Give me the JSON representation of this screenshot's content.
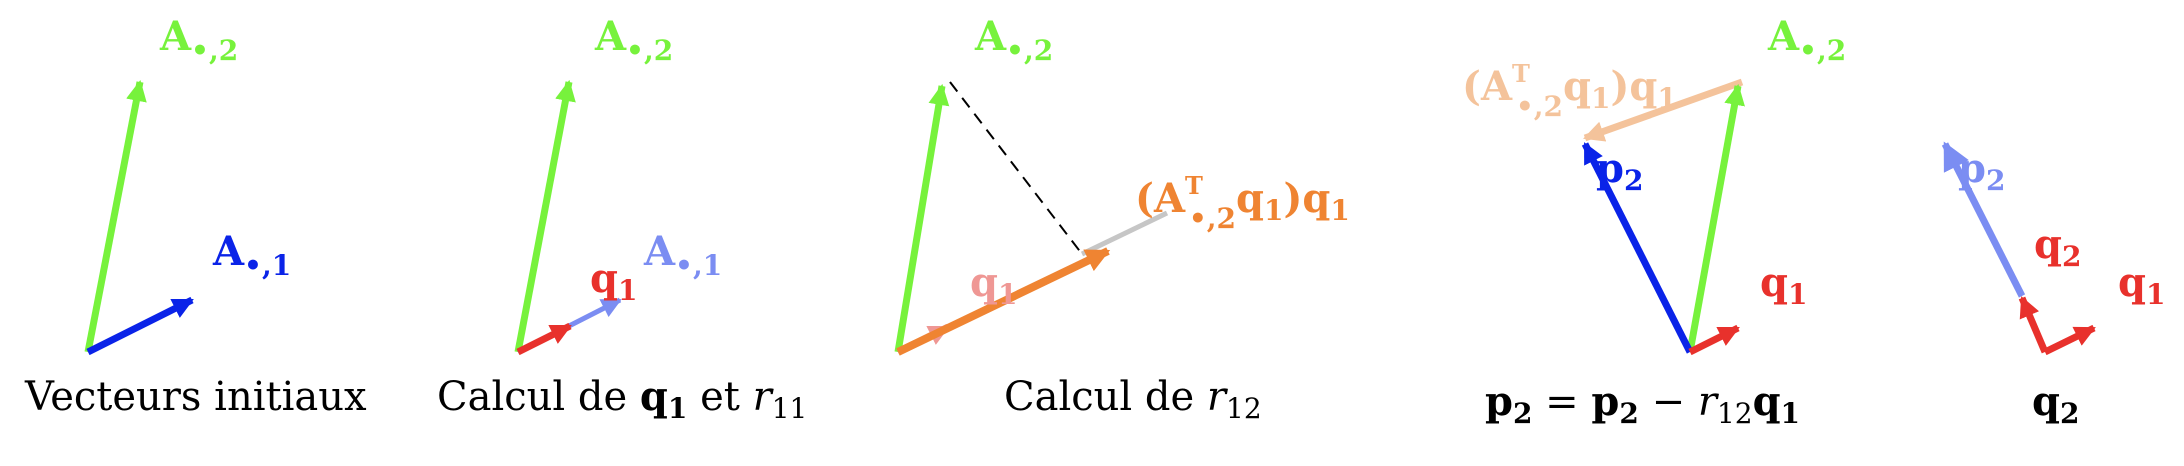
{
  "colors": {
    "green": "#77f23c",
    "blue": "#0a23e8",
    "light_blue": "#7b8df2",
    "red": "#e8312c",
    "light_red": "#ef9794",
    "orange": "#ef8432",
    "light_orange": "#f4c39b",
    "grey": "#c6c6c6",
    "black": "#000000"
  },
  "labels": {
    "A": "A",
    "sub_2": "•,2",
    "sub_1": "•,1",
    "q": "q",
    "p": "p",
    "one": "1",
    "two": "2",
    "T": "T",
    "r": "r",
    "r11_sub": "11",
    "r12_sub": "12",
    "lparen": "(",
    "rparen": ")",
    "et": "et",
    "equals": "=",
    "minus": "−"
  },
  "captions": {
    "panel1": "Vecteurs initiaux",
    "panel2_prefix": "Calcul de",
    "panel3_prefix": "Calcul de"
  }
}
